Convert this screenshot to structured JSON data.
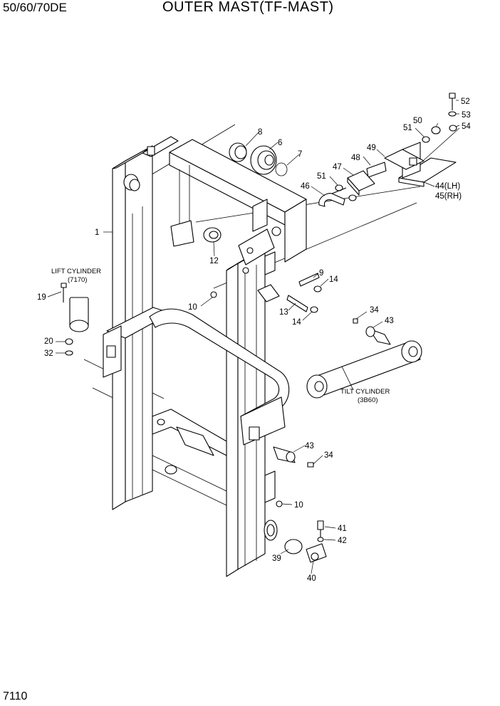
{
  "header": {
    "model": "50/60/70DE",
    "title": "OUTER MAST(TF-MAST)"
  },
  "page_number": "7110",
  "callouts": {
    "lift_cylinder": {
      "name": "LIFT CYLINDER",
      "ref": "(7170)"
    },
    "tilt_cylinder": {
      "name": "TILT CYLINDER",
      "ref": "(3B60)"
    }
  },
  "part_labels": [
    "52",
    "53",
    "50",
    "51",
    "54",
    "8",
    "6",
    "49",
    "7",
    "48",
    "47",
    "51",
    "46",
    "44(LH)",
    "45(RH)",
    "1",
    "12",
    "9",
    "14",
    "10",
    "13",
    "14",
    "19",
    "34",
    "43",
    "20",
    "32",
    "43",
    "34",
    "10",
    "41",
    "42",
    "39",
    "40"
  ]
}
